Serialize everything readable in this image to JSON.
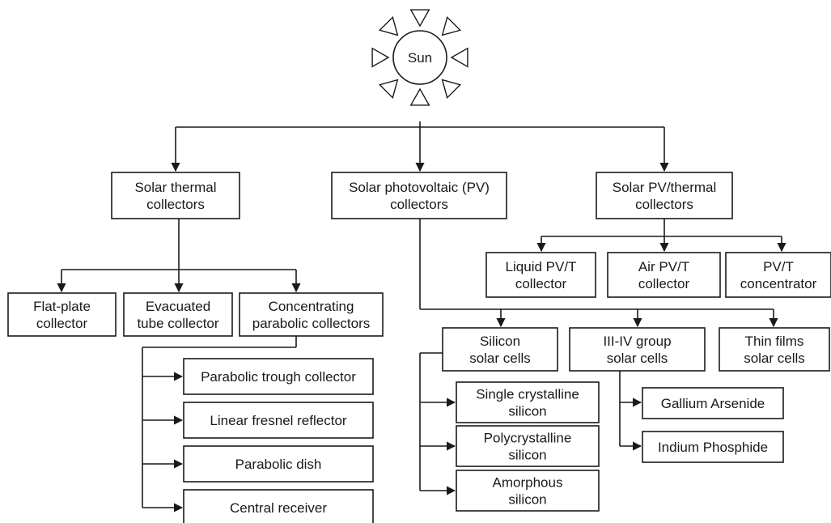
{
  "sun": {
    "label": "Sun"
  },
  "nodes": {
    "solar_thermal": [
      "Solar thermal",
      "collectors"
    ],
    "solar_pv": [
      "Solar photovoltaic (PV)",
      "collectors"
    ],
    "solar_pvt": [
      "Solar PV/thermal",
      "collectors"
    ],
    "flat_plate": [
      "Flat-plate",
      "collector"
    ],
    "evacuated_tube": [
      "Evacuated",
      "tube collector"
    ],
    "concentrating": [
      "Concentrating",
      "parabolic collectors"
    ],
    "parabolic_trough": [
      "Parabolic trough collector"
    ],
    "linear_fresnel": [
      "Linear fresnel reflector"
    ],
    "parabolic_dish": [
      "Parabolic dish"
    ],
    "central_receiver": [
      "Central receiver"
    ],
    "liquid_pvt": [
      "Liquid PV/T",
      "collector"
    ],
    "air_pvt": [
      "Air PV/T",
      "collector"
    ],
    "pvt_concentrator": [
      "PV/T",
      "concentrator"
    ],
    "silicon": [
      "Silicon",
      "solar cells"
    ],
    "iii_iv": [
      "III-IV group",
      "solar cells"
    ],
    "thin_films": [
      "Thin films",
      "solar cells"
    ],
    "single_crystalline": [
      "Single crystalline",
      "silicon"
    ],
    "polycrystalline": [
      "Polycrystalline",
      "silicon"
    ],
    "amorphous": [
      "Amorphous",
      "silicon"
    ],
    "gallium_arsenide": [
      "Gallium Arsenide"
    ],
    "indium_phosphide": [
      "Indium Phosphide"
    ]
  },
  "colors": {
    "stroke": "#1a1a1a",
    "fill": "#ffffff",
    "text": "#1a1a1a"
  }
}
